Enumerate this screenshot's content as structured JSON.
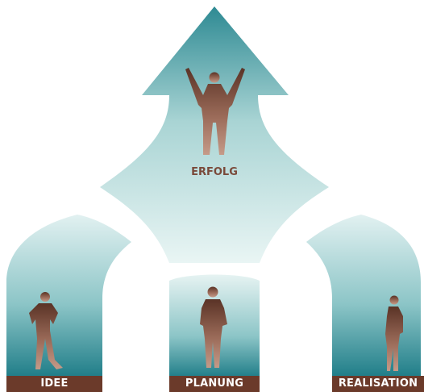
{
  "center_label": "ERFOLG",
  "labels": {
    "idee": "IDEE",
    "planung": "PLANUNG",
    "realisation": "REALISATION"
  },
  "colors": {
    "arrow_top": "#d7ecec",
    "arrow_bottom": "#2e8a93",
    "label_bar": "#6b3a2a",
    "figure": "#7a4a3a"
  },
  "icons": [
    "arrow-up-shape",
    "person-celebrating-icon",
    "person-standing-icon"
  ]
}
